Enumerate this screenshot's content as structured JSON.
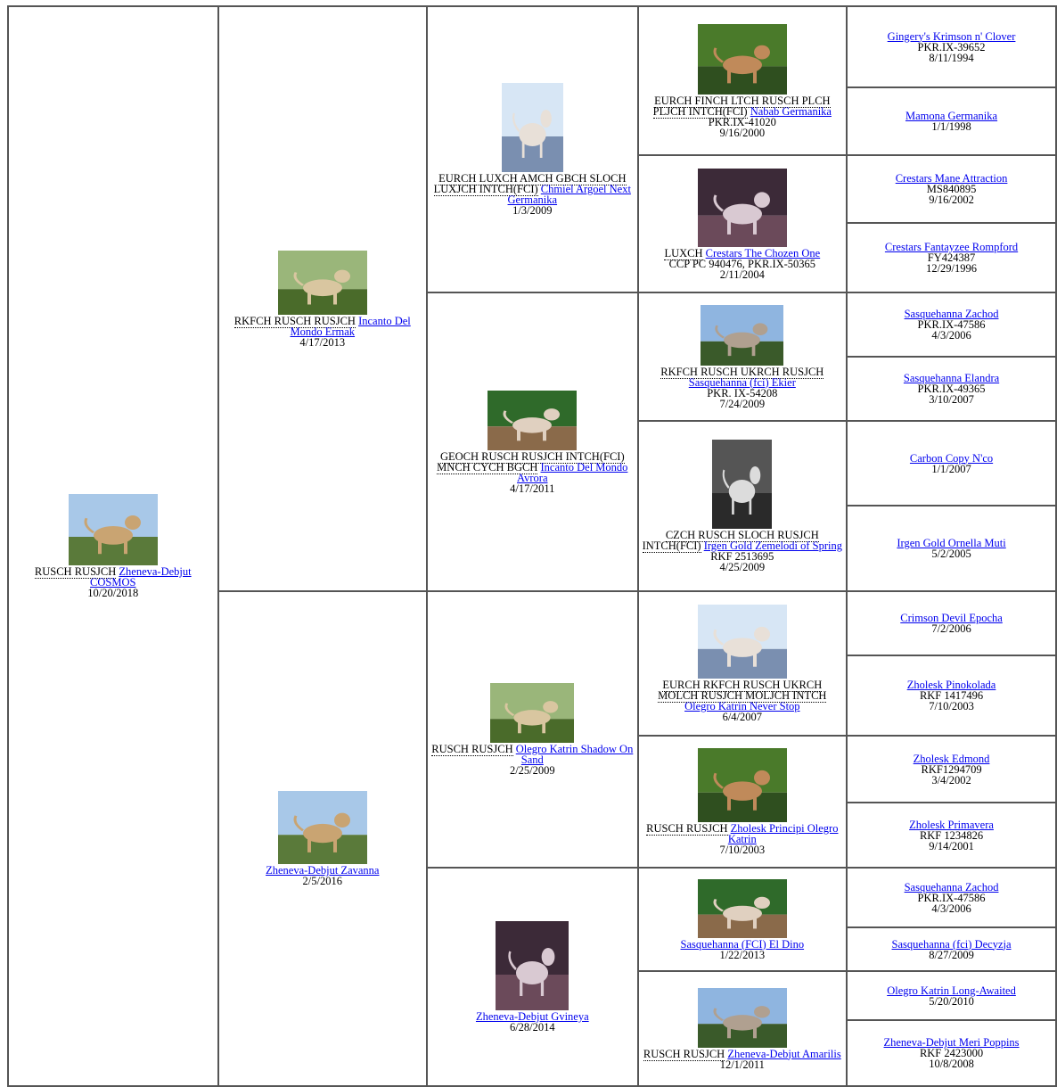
{
  "pedigree": {
    "g1": [
      {
        "titles": "RUSCH RUSJCH",
        "name": "Zheneva-Debjut COSMOS",
        "date": "10/20/2018",
        "photo": "dog-photo"
      }
    ],
    "g2": [
      {
        "titles": "RKFCH RUSCH RUSJCH",
        "name": "Incanto Del Mondo Ermak",
        "date": "4/17/2013",
        "photo": "dog-photo"
      },
      {
        "name": "Zheneva-Debjut Zavanna",
        "date": "2/5/2016",
        "photo": "dog-photo"
      }
    ],
    "g3": [
      {
        "titles": "EURCH LUXCH AMCH GBCH SLOCH LUXJCH INTCH(FCI)",
        "name": "Chmiel Argoel Next Germanika",
        "date": "1/3/2009",
        "photo": "dog-photo"
      },
      {
        "titles": "GEOCH RUSCH RUSJCH INTCH(FCI) MNCH CYCH BGCH",
        "name": "Incanto Del Mondo Avrora",
        "date": "4/17/2011",
        "photo": "dog-photo"
      },
      {
        "titles": "RUSCH RUSJCH",
        "name": "Olegro Katrin Shadow On Sand",
        "date": "2/25/2009",
        "photo": "dog-photo"
      },
      {
        "name": "Zheneva-Debjut Gvineya",
        "date": "6/28/2014",
        "photo": "dog-photo"
      }
    ],
    "g4": [
      {
        "titles": "EURCH FINCH LTCH RUSCH PLCH PLJCH INTCH(FCI)",
        "name": "Nabab Germanika",
        "reg": "PKR.IX-41020",
        "date": "9/16/2000",
        "photo": "dog-photo"
      },
      {
        "titles": "LUXCH",
        "name": "Crestars The Chozen One",
        "reg": "CCP PC 940476, PKR.IX-50365",
        "date": "2/11/2004",
        "photo": "dog-photo"
      },
      {
        "titles": "RKFCH RUSCH UKRCH RUSJCH",
        "name": "Sasquehanna (fci) Ekier",
        "reg": "PKR. IX-54208",
        "date": "7/24/2009",
        "photo": "dog-photo"
      },
      {
        "titles": "CZCH RUSCH SLOCH RUSJCH INTCH(FCI)",
        "name": "Irgen Gold Zemelodi of Spring",
        "reg": "RKF 2513695",
        "date": "4/25/2009",
        "photo": "dog-photo"
      },
      {
        "titles": "EURCH RKFCH RUSCH UKRCH MOLCH RUSJCH MOLJCH INTCH",
        "name": "Olegro Katrin Never Stop",
        "date": "6/4/2007",
        "photo": "dog-photo"
      },
      {
        "titles": "RUSCH RUSJCH",
        "name": "Zholesk Principi Olegro Katrin",
        "date": "7/10/2003",
        "photo": "dog-photo"
      },
      {
        "name": "Sasquehanna (FCI) El Dino",
        "date": "1/22/2013",
        "photo": "dog-photo"
      },
      {
        "titles": "RUSCH RUSJCH",
        "name": "Zheneva-Debjut Amarilis",
        "date": "12/1/2011",
        "photo": "dog-photo"
      }
    ],
    "g5": [
      {
        "name": "Gingery's Krimson n' Clover",
        "reg": "PKR.IX-39652",
        "date": "8/11/1994"
      },
      {
        "name": "Mamona Germanika",
        "date": "1/1/1998"
      },
      {
        "name": "Crestars Mane Attraction",
        "reg": "MS840895",
        "date": "9/16/2002"
      },
      {
        "name": "Crestars Fantayzee Rompford",
        "reg": "FY424387",
        "date": "12/29/1996"
      },
      {
        "name": "Sasquehanna Zachod",
        "reg": "PKR.IX-47586",
        "date": "4/3/2006"
      },
      {
        "name": "Sasquehanna Elandra",
        "reg": "PKR.IX-49365",
        "date": "3/10/2007"
      },
      {
        "name": "Carbon Copy N'co",
        "date": "1/1/2007"
      },
      {
        "name": "Irgen Gold Ornella Muti",
        "date": "5/2/2005"
      },
      {
        "name": "Crimson Devil Epocha",
        "date": "7/2/2006"
      },
      {
        "name": "Zholesk Pinokolada",
        "reg": "RKF 1417496",
        "date": "7/10/2003"
      },
      {
        "name": "Zholesk Edmond",
        "reg": "RKF1294709",
        "date": "3/4/2002"
      },
      {
        "name": "Zholesk Primavera",
        "reg": "RKF 1234826",
        "date": "9/14/2001"
      },
      {
        "name": "Sasquehanna Zachod",
        "reg": "PKR.IX-47586",
        "date": "4/3/2006"
      },
      {
        "name": "Sasquehanna (fci) Decyzja",
        "date": "8/27/2009"
      },
      {
        "name": "Olegro Katrin Long-Awaited",
        "date": "5/20/2010"
      },
      {
        "name": "Zheneva-Debjut Meri Poppins",
        "reg": "RKF 2423000",
        "date": "10/8/2008"
      }
    ]
  },
  "colors": {
    "link": "#0000ee",
    "border": "#555555"
  }
}
